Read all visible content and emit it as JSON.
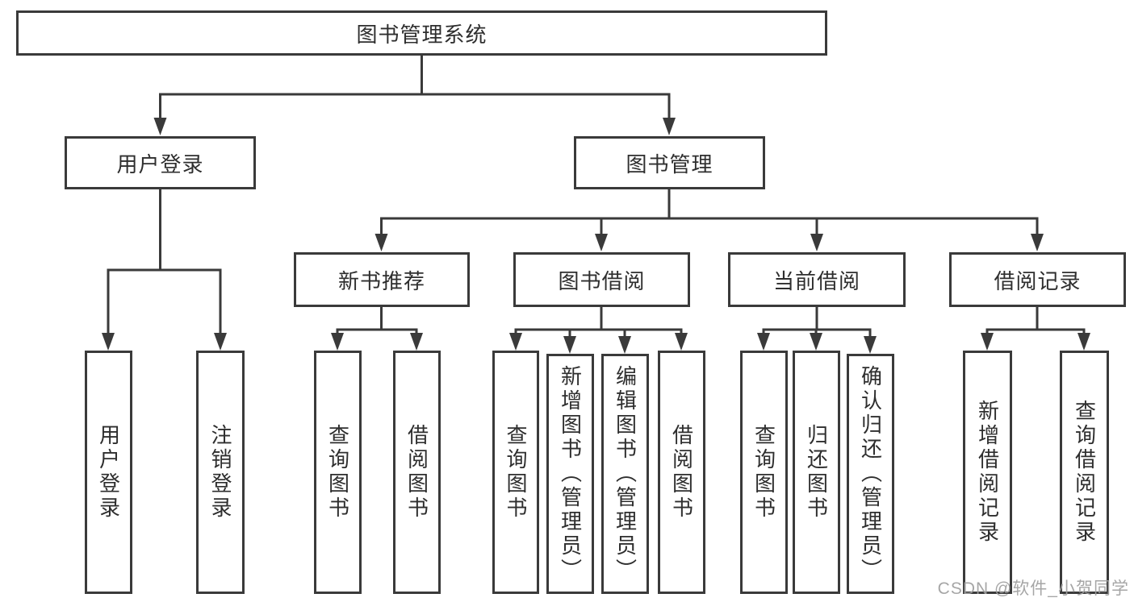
{
  "diagram_title": "图书管理系统",
  "colors": {
    "line": "#3a3a3a",
    "text": "#2e2e2e",
    "watermark": "#9e9e9e",
    "background": "#ffffff"
  },
  "tree": {
    "root": {
      "label": "图书管理系统"
    },
    "branches": [
      {
        "label": "用户登录",
        "children": [
          {
            "label": "用户登录"
          },
          {
            "label": "注销登录"
          }
        ]
      },
      {
        "label": "图书管理",
        "children": [
          {
            "label": "新书推荐",
            "children": [
              {
                "label": "查询图书"
              },
              {
                "label": "借阅图书"
              }
            ]
          },
          {
            "label": "图书借阅",
            "children": [
              {
                "label": "查询图书"
              },
              {
                "label": "新增图书（管理员）"
              },
              {
                "label": "编辑图书（管理员）"
              },
              {
                "label": "借阅图书"
              }
            ]
          },
          {
            "label": "当前借阅",
            "children": [
              {
                "label": "查询图书"
              },
              {
                "label": "归还图书"
              },
              {
                "label": "确认归还（管理员）"
              }
            ]
          },
          {
            "label": "借阅记录",
            "children": [
              {
                "label": "新增借阅记录"
              },
              {
                "label": "查询借阅记录"
              }
            ]
          }
        ]
      }
    ]
  },
  "watermark": {
    "text": "CSDN @软件_小贺同学"
  }
}
